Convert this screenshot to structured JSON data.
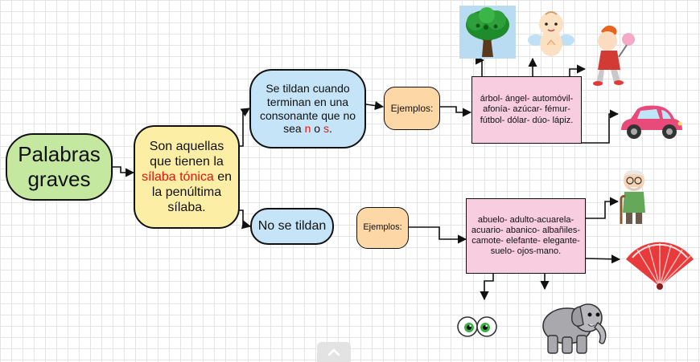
{
  "title": "Palabras graves",
  "definition": {
    "prefix": "Son aquellas que tienen la",
    "highlight": "sílaba tónica",
    "suffix": "en la penúltima sílaba."
  },
  "branch_tilde": {
    "rule_prefix": "Se tildan cuando terminan en una consonante que no sea",
    "letter_n": "n",
    "connector": "o",
    "letter_s": "s",
    "end": ".",
    "examples_label": "Ejemplos:",
    "examples": "árbol- ángel- automóvil- afonía- azúcar- fémur- fútbol- dólar- dúo- lápiz."
  },
  "branch_no_tilde": {
    "rule": "No se tildan",
    "examples_label": "Ejemplos:",
    "examples": "abuelo- adulto-acuarela- acuario- abanico- albañiles- camote- elefante- elegante- suelo- ojos-mano."
  },
  "icons": [
    "tree-icon",
    "angel-baby-icon",
    "child-with-lollipop-icon",
    "car-icon",
    "grandfather-icon",
    "hand-fan-icon",
    "eyes-icon",
    "elephant-icon",
    "chevron-up-icon"
  ],
  "colors": {
    "title_fill": "#c5e8a1",
    "definition_fill": "#fdeea6",
    "rule_fill": "#c5e4f7",
    "examples_label_fill": "#fdd7a6",
    "examples_fill": "#f8cde0",
    "highlight": "#e8120c"
  }
}
